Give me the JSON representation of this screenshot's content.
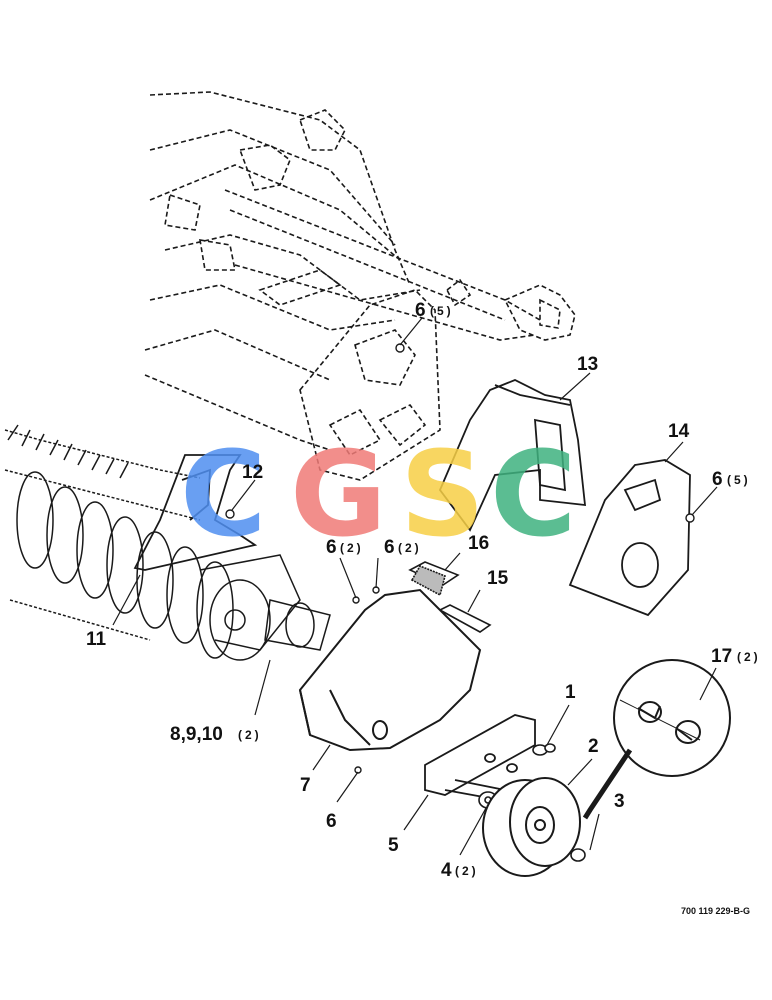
{
  "callouts": {
    "c1": "1",
    "c2": "2",
    "c3": "3",
    "c4": "4",
    "c4q": "(2)",
    "c5": "5",
    "c6a": "6",
    "c6aq": "(5)",
    "c6b": "6",
    "c6bq": "(2)",
    "c6c": "6",
    "c6cq": "(2)",
    "c6d": "6",
    "c6dq": "(5)",
    "c6e": "6",
    "c7": "7",
    "c8": "8,9,10",
    "c8q": "(2)",
    "c11": "11",
    "c12": "12",
    "c13": "13",
    "c14": "14",
    "c15": "15",
    "c16": "16",
    "c17": "17",
    "c17q": "(2)"
  },
  "drawing_code": "700 119 229-B-G",
  "watermark": {
    "letters": [
      "C",
      "G",
      "S",
      "C"
    ],
    "colors": [
      "#4f8ff0",
      "#f07b77",
      "#f7d046",
      "#3fb27f"
    ]
  },
  "line_color": "#1a1a1a"
}
